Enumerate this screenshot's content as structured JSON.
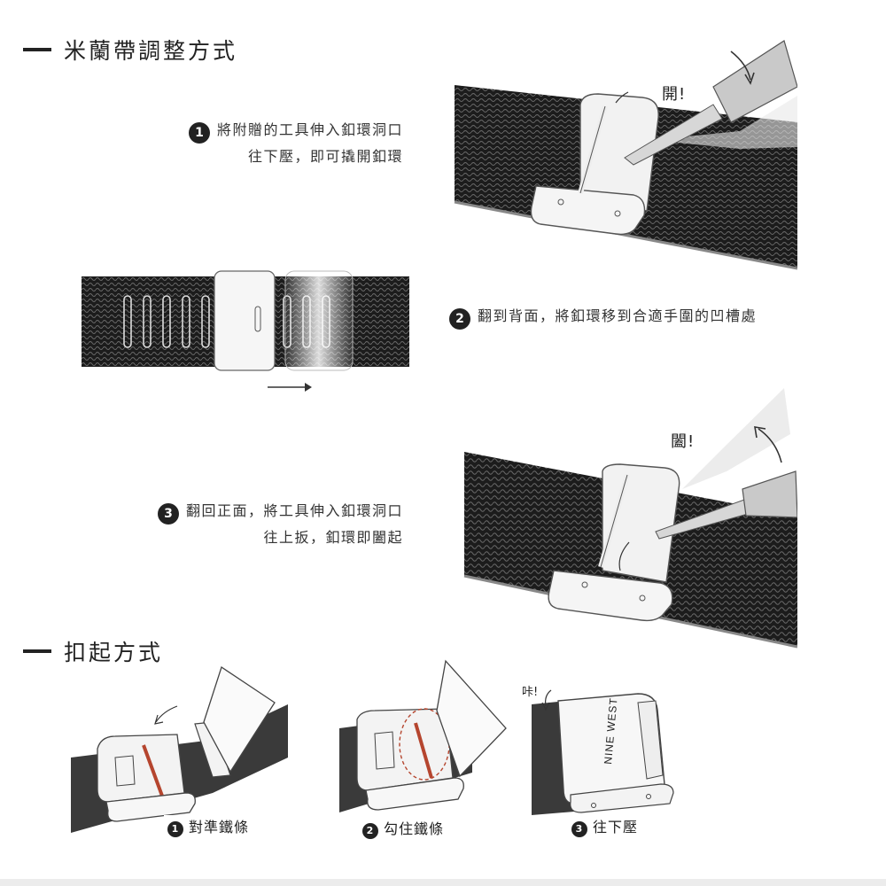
{
  "sections": {
    "adjust": {
      "title": "米蘭帶調整方式"
    },
    "clasp": {
      "title": "扣起方式"
    }
  },
  "steps": [
    {
      "number": "1",
      "line1": "將附贈的工具伸入釦環洞口",
      "line2": "往下壓，即可撬開釦環"
    },
    {
      "number": "2",
      "line1": "翻到背面，將釦環移到合適手圍的凹槽處"
    },
    {
      "number": "3",
      "line1": "翻回正面，將工具伸入釦環洞口",
      "line2": "往上扳，釦環即闔起"
    }
  ],
  "exclaims": {
    "open": "開!",
    "close": "闔!",
    "click": "咔!"
  },
  "clasp_steps": [
    {
      "number": "1",
      "label": "對準鐵條"
    },
    {
      "number": "2",
      "label": "勾住鐵條"
    },
    {
      "number": "3",
      "label": "往下壓"
    }
  ],
  "brand": "NINE WEST",
  "colors": {
    "text": "#222222",
    "mesh": "#1e1e1e",
    "red": "#b5452e",
    "arrow": "#333333"
  }
}
